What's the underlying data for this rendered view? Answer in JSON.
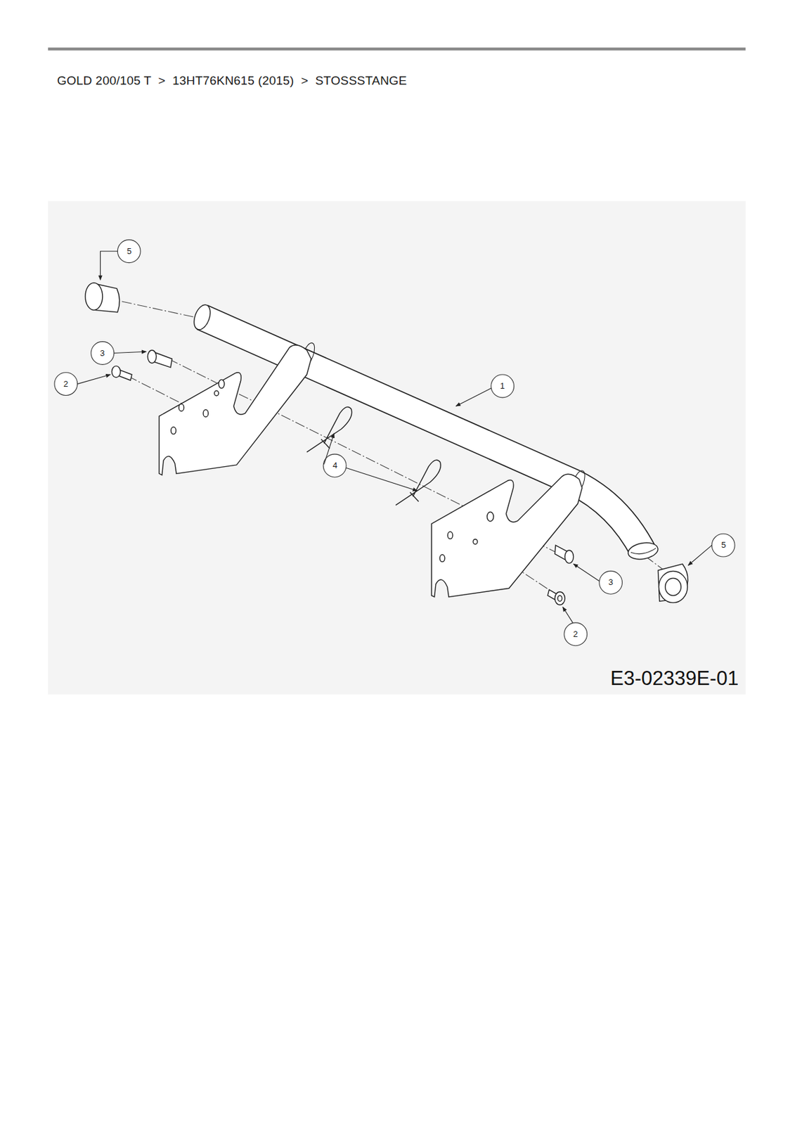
{
  "diagram": {
    "title": "GOLD 200/105 T  >  13HT76KN615 (2015)  >  STOSSSTANGE",
    "labels": [
      "5",
      "3",
      "2",
      "1",
      "4",
      "3",
      "5",
      "2",
      "E3-02339E-01"
    ]
  }
}
